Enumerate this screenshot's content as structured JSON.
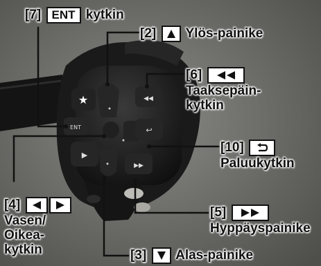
{
  "labels": {
    "ent": {
      "num": "[7]",
      "key": "ENT",
      "text": "kytkin"
    },
    "up": {
      "num": "[2]",
      "text": "Ylös-painike"
    },
    "back": {
      "num": "[6]",
      "line1": "Taaksepäin-",
      "line2": "kytkin"
    },
    "ret": {
      "num": "[10]",
      "text": "Paluukytkin"
    },
    "lr": {
      "num": "[4]",
      "line1": "Vasen/",
      "line2": "Oikea-",
      "line3": "kytkin"
    },
    "skip": {
      "num": "[5]",
      "text": "Hyppäyspainike"
    },
    "down": {
      "num": "[3]",
      "text": "Alas-painike"
    }
  },
  "colors": {
    "leader": "#111111",
    "box_bg": "#ffffff",
    "photo_bg": "#6b6b68"
  }
}
